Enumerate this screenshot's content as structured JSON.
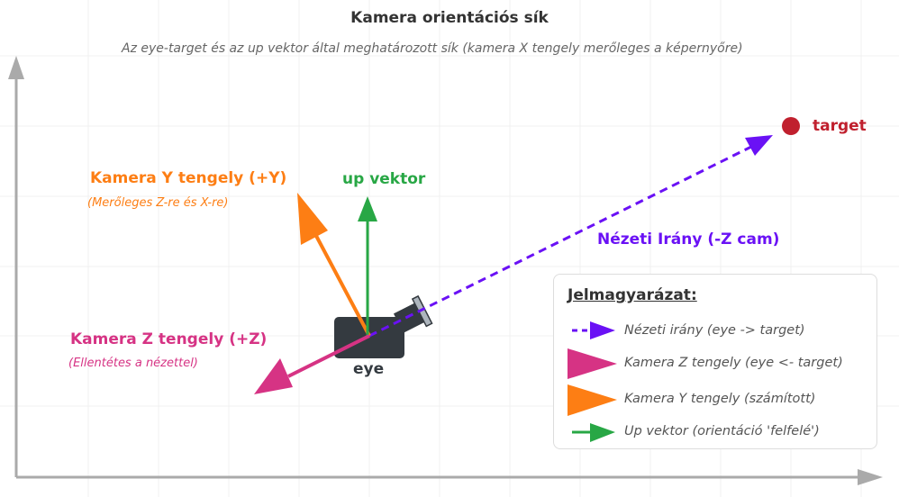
{
  "title": "Kamera orientációs sík",
  "subtitle": "Az eye-target és az up vektor által meghatározott sík (kamera X tengely merőleges a képernyőre)",
  "labels": {
    "target": "target",
    "eye": "eye",
    "up": "up vektor",
    "cam_y": "Kamera Y tengely (+Y)",
    "cam_y_note": "(Merőleges Z-re és X-re)",
    "cam_z": "Kamera Z tengely (+Z)",
    "cam_z_note": "(Ellentétes a nézettel)",
    "view": "Nézeti Irány (-Z cam)"
  },
  "legend": {
    "title": "Jelmagyarázat:",
    "items": [
      "Nézeti irány (eye -> target)",
      "Kamera Z tengely (eye <- target)",
      "Kamera Y tengely (számított)",
      "Up vektor (orientáció 'felfelé')"
    ]
  },
  "colors": {
    "view": "#6a11f5",
    "z": "#d63384",
    "y": "#fd7e14",
    "up": "#28a745",
    "target": "#c0202e"
  }
}
